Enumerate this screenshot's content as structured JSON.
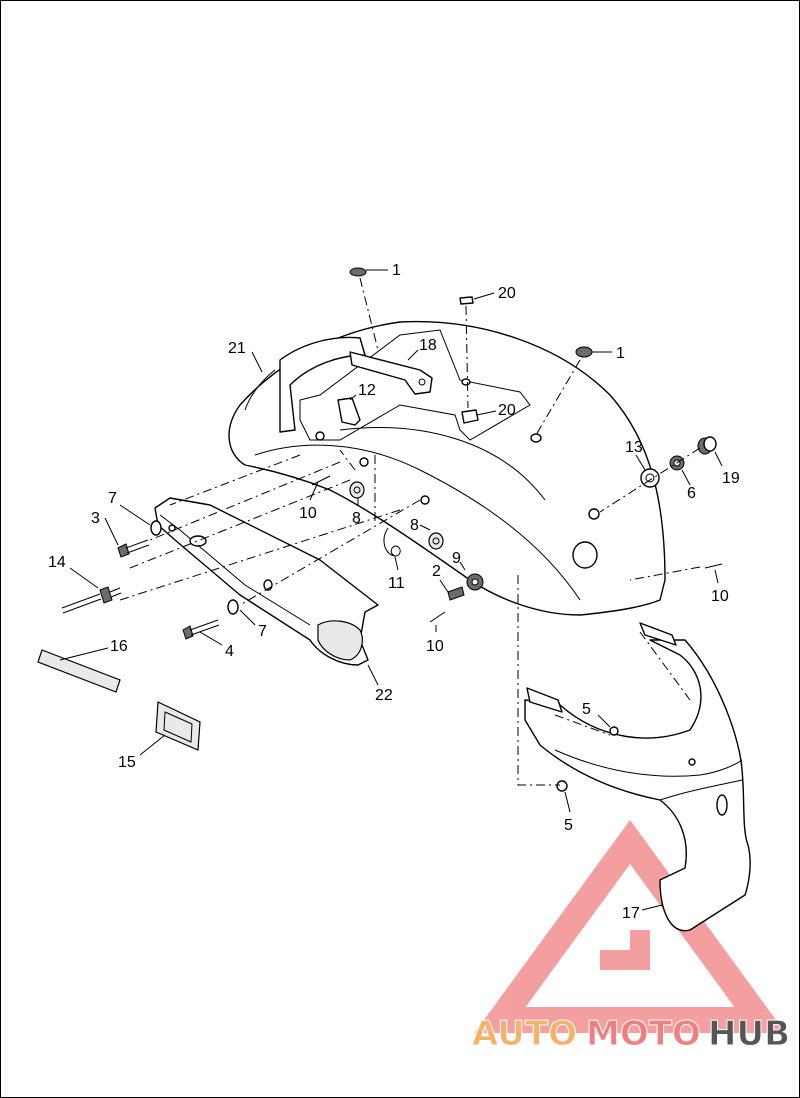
{
  "callouts": {
    "c1a": "1",
    "c1b": "1",
    "c2": "2",
    "c3": "3",
    "c4": "4",
    "c5a": "5",
    "c5b": "5",
    "c6": "6",
    "c7a": "7",
    "c7b": "7",
    "c8a": "8",
    "c8b": "8",
    "c9": "9",
    "c10a": "10",
    "c10b": "10",
    "c10c": "10",
    "c11": "11",
    "c12": "12",
    "c13": "13",
    "c14": "14",
    "c15": "15",
    "c16": "16",
    "c17": "17",
    "c18": "18",
    "c19": "19",
    "c20a": "20",
    "c20b": "20",
    "c21": "21",
    "c22": "22"
  },
  "watermark": {
    "part1": "AUTO",
    "part2": "MOTO",
    "part3": "HUB",
    "color_orange": "#f6b26b",
    "color_red": "#f08080",
    "color_gray": "#555555"
  }
}
